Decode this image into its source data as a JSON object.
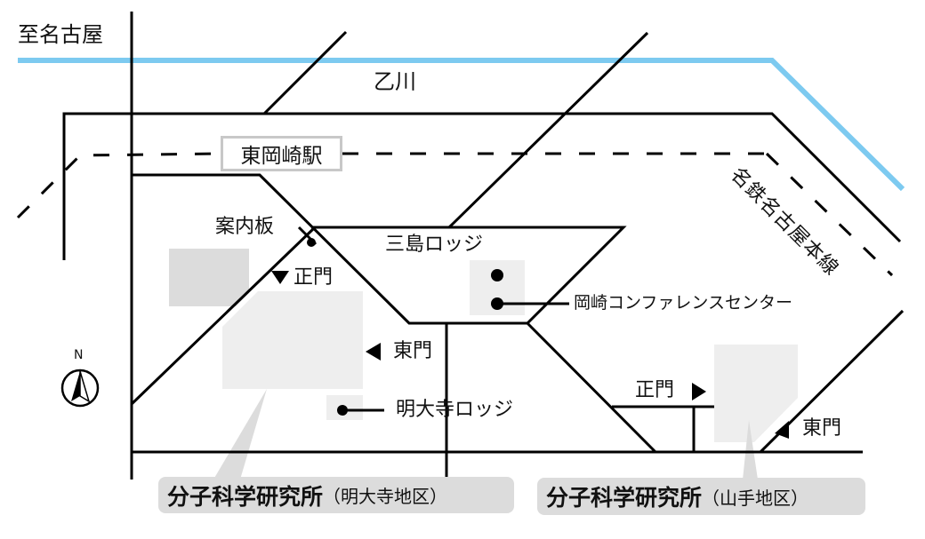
{
  "title_to_nagoya": "至名古屋",
  "river": "乙川",
  "station": "東岡崎駅",
  "railway": "名鉄名古屋本線",
  "info_board": "案内板",
  "mishima_lodge": "三島ロッジ",
  "conference_center": "岡崎コンファレンスセンター",
  "myodaiji": {
    "main_gate": "正門",
    "east_gate": "東門",
    "lodge": "明大寺ロッジ"
  },
  "yamate": {
    "main_gate": "正門",
    "east_gate": "東門"
  },
  "institute_myodaiji": {
    "name": "分子科学研究所",
    "area": "（明大寺地区）"
  },
  "institute_yamate": {
    "name": "分子科学研究所",
    "area": "（山手地区）"
  },
  "compass": "N",
  "colors": {
    "river": "#7dcaf0",
    "building": "#dcdcdc",
    "light_building": "#eeeeee"
  }
}
